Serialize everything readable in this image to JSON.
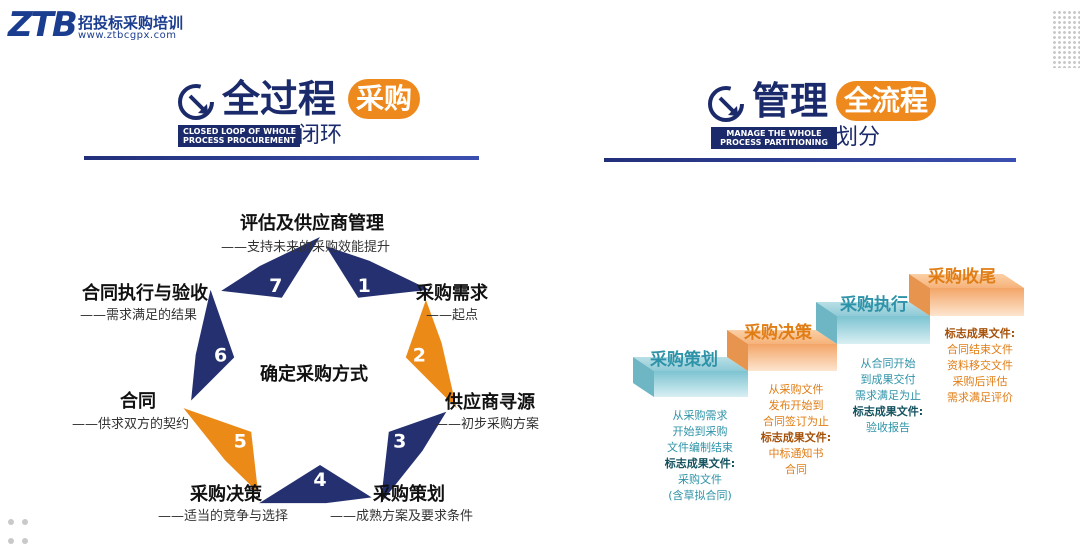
{
  "logo": {
    "mark": "ZTB",
    "name": "招投标采购培训",
    "url": "www.ztbcgpx.com"
  },
  "left_heading": {
    "main": "全过程",
    "pill": "采购",
    "tag_line1": "CLOSED LOOP OF WHOLE",
    "tag_line2": "PROCESS PROCUREMENT",
    "sub": "闭环"
  },
  "right_heading": {
    "main": "管理",
    "pill": "全流程",
    "tag_line1": "MANAGE THE WHOLE",
    "tag_line2": "PROCESS PARTITIONING",
    "sub": "划分"
  },
  "cycle": {
    "center": "确定采购方式",
    "steps": [
      {
        "num": "1",
        "title": "采购需求",
        "sub": "——起点"
      },
      {
        "num": "2",
        "title": "供应商寻源",
        "sub": "——初步采购方案"
      },
      {
        "num": "3",
        "title": "采购策划",
        "sub": "——成熟方案及要求条件"
      },
      {
        "num": "4",
        "title": "采购决策",
        "sub": "——适当的竞争与选择"
      },
      {
        "num": "5",
        "title": "合同",
        "sub": "——供求双方的契约"
      },
      {
        "num": "6",
        "title": "合同执行与验收",
        "sub": "——需求满足的结果"
      },
      {
        "num": "7",
        "title": "评估及供应商管理",
        "sub": "——支持未来的采购效能提升"
      }
    ],
    "colors": {
      "navy": "#24306f",
      "orange": "#ec8a17"
    }
  },
  "stairs": [
    {
      "label": "采购策划",
      "lines": [
        "从采购需求",
        "开始到采购",
        "文件编制结束"
      ],
      "result_label": "标志成果文件:",
      "results": [
        "采购文件",
        "(含草拟合同)"
      ]
    },
    {
      "label": "采购决策",
      "lines": [
        "从采购文件",
        "发布开始到",
        "合同签订为止"
      ],
      "result_label": "标志成果文件:",
      "results": [
        "中标通知书",
        "合同"
      ]
    },
    {
      "label": "采购执行",
      "lines": [
        "从合同开始",
        "到成果交付",
        "需求满足为止"
      ],
      "result_label": "标志成果文件:",
      "results": [
        "验收报告"
      ]
    },
    {
      "label": "采购收尾",
      "lines": [],
      "result_label": "标志成果文件:",
      "results": [
        "合同结束文件",
        "资料移交文件",
        "采购后评估",
        "需求满足评价"
      ]
    }
  ]
}
